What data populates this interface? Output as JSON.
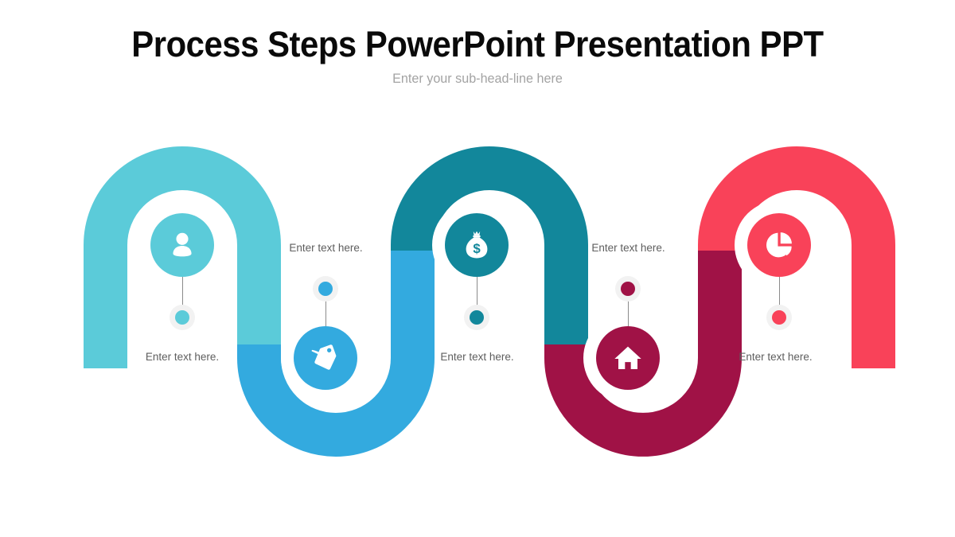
{
  "header": {
    "title": "Process Steps PowerPoint Presentation PPT",
    "subtitle": "Enter your sub-head-line here"
  },
  "theme": {
    "background": "#ffffff",
    "title_color": "#0a0a0a",
    "subtitle_color": "#a3a3a3",
    "caption_color": "#5e5e5e",
    "marker_ring": "#f2f2f2",
    "connector_line": "#8b8b8b"
  },
  "diagram": {
    "type": "serpentine-process-path",
    "step_count": 5,
    "steps": [
      {
        "index": 1,
        "color": "#5bcbd9",
        "icon": "user-icon",
        "icon_label": "user",
        "shape": "arch-up",
        "caption": "Enter text here."
      },
      {
        "index": 2,
        "color": "#33aadf",
        "icon": "price-tag-icon",
        "icon_label": "price tag",
        "shape": "arch-down",
        "caption": "Enter text here."
      },
      {
        "index": 3,
        "color": "#12879b",
        "icon": "money-bag-icon",
        "icon_label": "money bag",
        "shape": "arch-up",
        "caption": "Enter text here."
      },
      {
        "index": 4,
        "color": "#a01246",
        "icon": "home-icon",
        "icon_label": "home",
        "shape": "arch-down",
        "caption": "Enter text here."
      },
      {
        "index": 5,
        "color": "#f94259",
        "icon": "pie-chart-icon",
        "icon_label": "pie chart",
        "shape": "arch-up",
        "caption": "Enter text here."
      }
    ]
  }
}
